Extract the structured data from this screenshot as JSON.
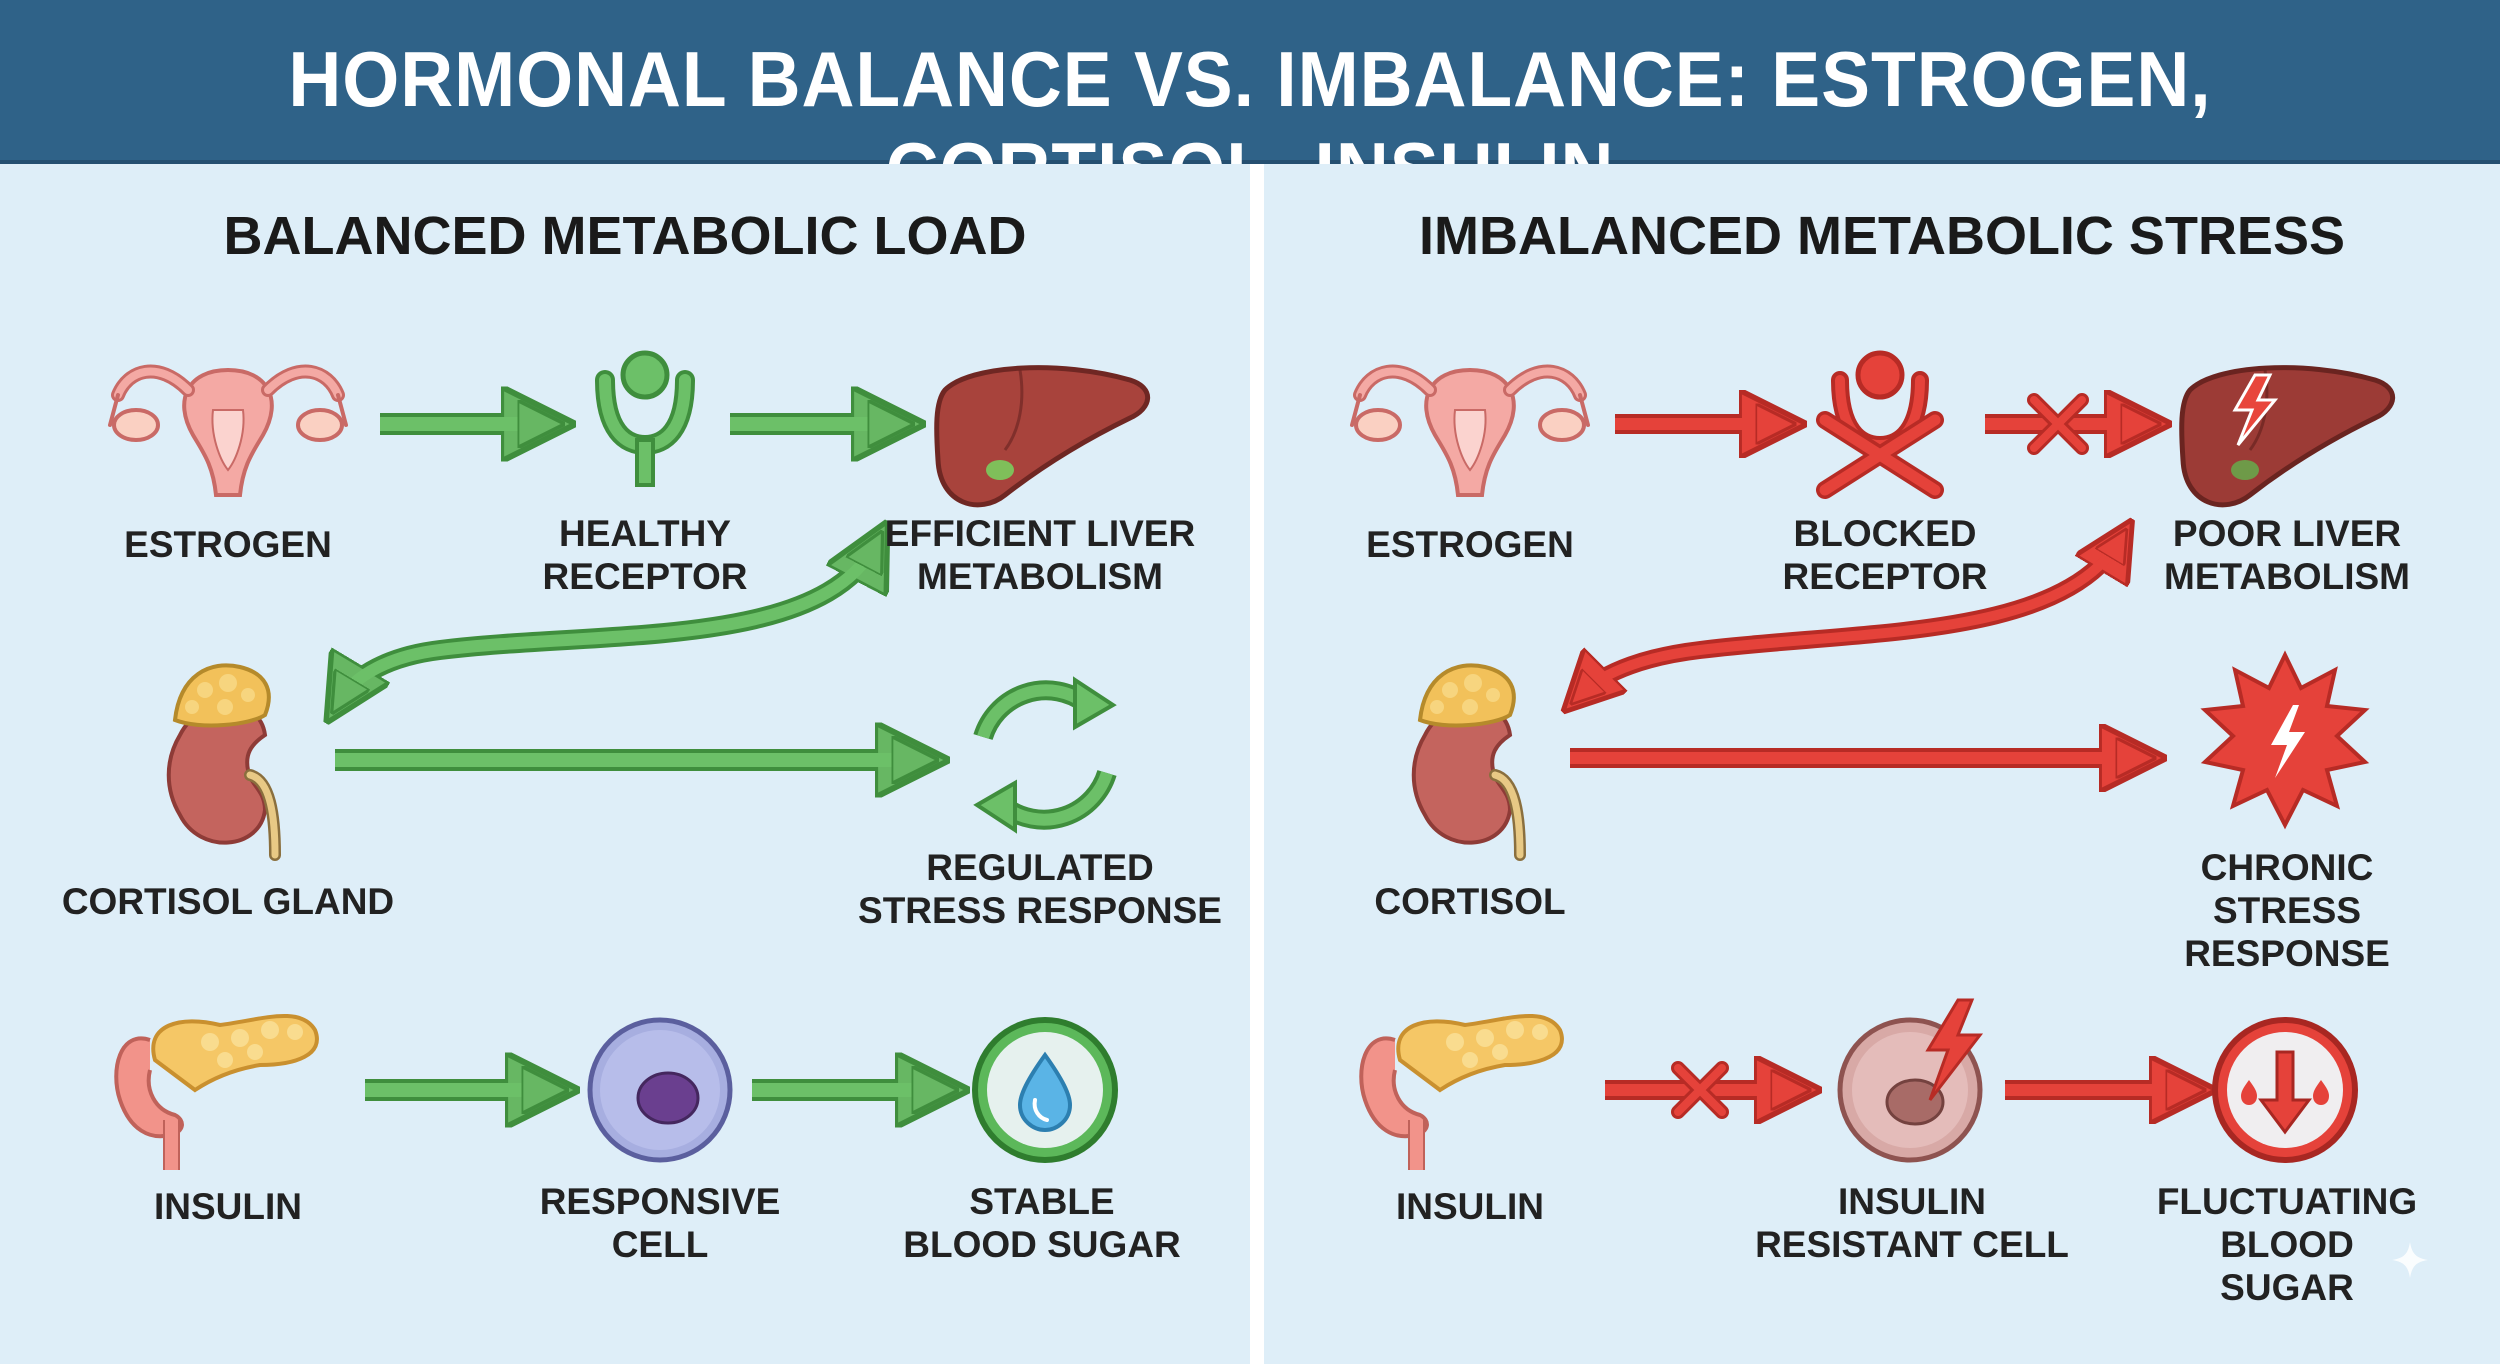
{
  "title": "HORMONAL BALANCE VS. IMBALANCE: ESTROGEN, CORTISOL, INSULIN",
  "colors": {
    "header": "#2f6288",
    "background": "#dcedf7",
    "healthy": "#5db35a",
    "unhealthy": "#e23b32"
  },
  "balanced": {
    "heading": "BALANCED METABOLIC LOAD",
    "estrogen": "ESTROGEN",
    "receptor": "HEALTHY\nRECEPTOR",
    "liver": "EFFICIENT LIVER\nMETABOLISM",
    "cortisol": "CORTISOL GLAND",
    "stress": "REGULATED\nSTRESS RESPONSE",
    "insulin": "INSULIN",
    "cell": "RESPONSIVE\nCELL",
    "sugar": "STABLE\nBLOOD SUGAR"
  },
  "imbalanced": {
    "heading": "IMBALANCED METABOLIC STRESS",
    "estrogen": "ESTROGEN",
    "receptor": "BLOCKED\nRECEPTOR",
    "liver": "POOR LIVER\nMETABOLISM",
    "cortisol": "CORTISOL",
    "stress": "CHRONIC STRESS\nRESPONSE",
    "insulin": "INSULIN",
    "cell": "INSULIN\nRESISTANT CELL",
    "sugar": "FLUCTUATING\nBLOOD SUGAR"
  },
  "icons": [
    "uterus-icon",
    "receptor-icon",
    "liver-icon",
    "adrenal-kidney-icon",
    "recycle-icon",
    "pancreas-icon",
    "cell-icon",
    "water-drop-icon",
    "blocked-receptor-icon",
    "damaged-liver-icon",
    "stress-burst-icon",
    "resistant-cell-icon",
    "falling-sugar-icon",
    "sparkle-icon"
  ]
}
